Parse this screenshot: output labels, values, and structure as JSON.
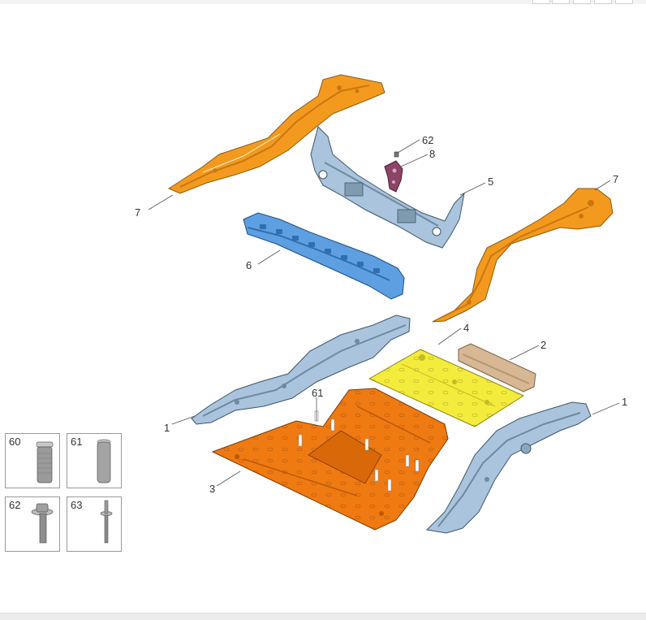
{
  "callouts": {
    "c1a": "1",
    "c1b": "1",
    "c2": "2",
    "c3": "3",
    "c4": "4",
    "c5": "5",
    "c6": "6",
    "c7a": "7",
    "c7b": "7",
    "c8": "8",
    "c61": "61",
    "c62": "62"
  },
  "legend": {
    "items": [
      {
        "number": "60",
        "icon": "stud-icon"
      },
      {
        "number": "61",
        "icon": "rivet-stud-icon"
      },
      {
        "number": "62",
        "icon": "flange-bolt-icon"
      },
      {
        "number": "63",
        "icon": "weld-bolt-icon"
      }
    ]
  },
  "colors": {
    "orange_part": "#f39a1e",
    "deep_orange_part": "#f07a12",
    "yellow_part": "#f4ec3c",
    "blue_part": "#5d9fe0",
    "light_blue_part": "#a9c4dc",
    "tan_part": "#d8b894",
    "purple_part": "#8d4466"
  }
}
